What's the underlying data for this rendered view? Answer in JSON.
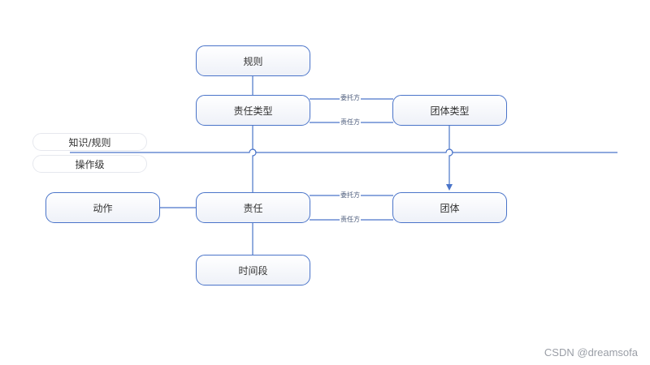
{
  "levels": {
    "knowledge": "知识/规则",
    "operational": "操作级"
  },
  "nodes": {
    "rule": "规则",
    "responsibility_type": "责任类型",
    "party_type": "团体类型",
    "action": "动作",
    "responsibility": "责任",
    "party": "团体",
    "time_period": "时间段"
  },
  "edges": {
    "top_upper": "委托方",
    "top_lower": "责任方",
    "bottom_upper": "委托方",
    "bottom_lower": "责任方"
  },
  "colors": {
    "line": "#4a74c9",
    "node_border": "#4a74c9"
  },
  "watermark": "CSDN @dreamsofa"
}
